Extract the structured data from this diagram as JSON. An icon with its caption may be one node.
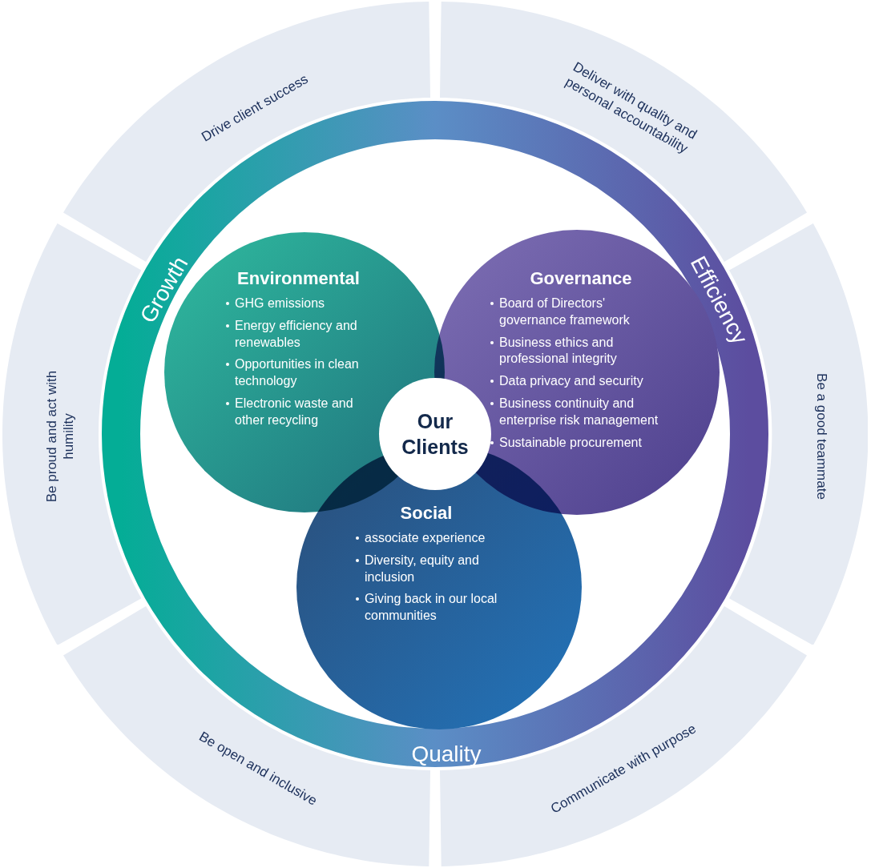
{
  "diagram": {
    "nodes": [
      {
        "text": [
          "Drive client success"
        ]
      },
      {
        "text": [
          "Deliver with quality and personal accountability"
        ]
      },
      {
        "text": [
          "Be a good teammate"
        ]
      },
      {
        "text": [
          "Communicate with purpose"
        ]
      },
      {
        "text": [
          "Be open and inclusive"
        ]
      },
      {
        "text": [
          "Be proud and act with humility"
        ]
      },
      {
        "text": [
          "Growth",
          "Efficiency",
          "Quality"
        ]
      },
      {
        "text": [
          "Environmental",
          "GHG emissions",
          "Energy efficiency and renewables",
          "Opportunities in clean technology",
          "Electronic waste and other recycling"
        ],
        "in": 6
      },
      {
        "text": [
          "Governance",
          "Board of Directors' governance framework",
          "Business ethics and professional integrity",
          "Data privacy and security",
          "Business continuity and enterprise risk management",
          "Sustainable procurement"
        ],
        "in": 6
      },
      {
        "text": [
          "Social",
          "associate experience",
          "Diversity, equity and inclusion",
          "Giving back in our local communities"
        ],
        "in": 6
      },
      {
        "text": [
          "Our Clients"
        ],
        "in": 6
      }
    ],
    "edges": []
  }
}
